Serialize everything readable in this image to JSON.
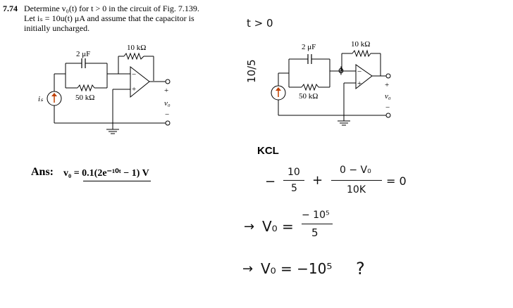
{
  "problem": {
    "number": "7.74",
    "line1": "Determine v₀(t) for t > 0 in the circuit of Fig. 7.139.",
    "line2": "Let iₛ = 10u(t) μA and assume that the capacitor is",
    "line3": "initially uncharged."
  },
  "circuit_left": {
    "capacitor": "2 μF",
    "feedback_resistor": "10 kΩ",
    "shunt_resistor": "50 kΩ",
    "source": "iₛ",
    "output_plus": "+",
    "output_minus": "−",
    "output_label": "v₀",
    "opamp_minus": "−",
    "opamp_plus": "+"
  },
  "answer": {
    "label": "Ans:",
    "expression": "v₀ = 0.1(2e⁻¹⁰ᵗ − 1) V"
  },
  "handwriting": {
    "t_condition": "t > 0",
    "source_value": "10/5",
    "node_mark": "ϕ",
    "kcl": "KCL",
    "eq_minus": "−",
    "eq_num1": "10",
    "eq_den1": "5",
    "eq_plus": "+",
    "eq_num2": "0 − V₀",
    "eq_den2": "10K",
    "eq_rhs": "= 0",
    "step2_arrow": "→",
    "step2_lhs": "V₀ =",
    "step2_num": "− 10⁵",
    "step2_den": "5",
    "step3_arrow": "→",
    "step3_expr": "V₀ = −10⁵",
    "question": "?"
  },
  "circuit_right": {
    "capacitor": "2 μF",
    "feedback_resistor": "10 kΩ",
    "shunt_resistor": "50 kΩ",
    "output_plus": "+",
    "output_minus": "−",
    "output_label": "v₀",
    "opamp_minus": "−",
    "opamp_plus": "+"
  }
}
